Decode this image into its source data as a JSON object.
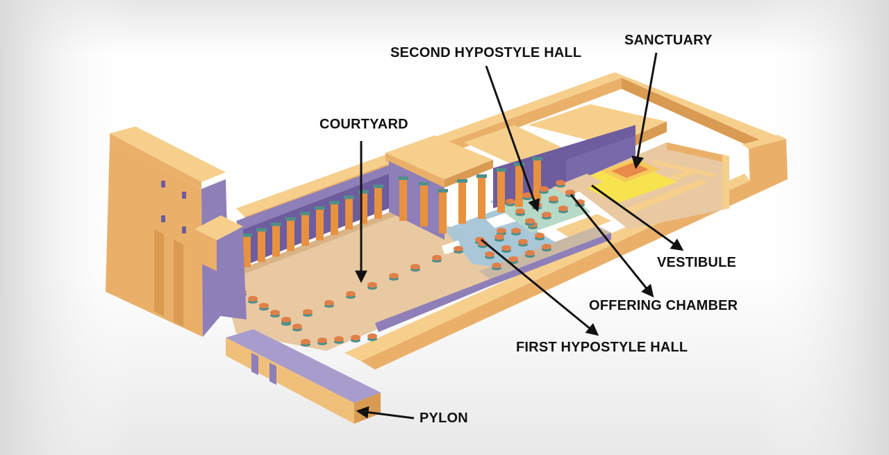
{
  "labels": {
    "second_hypostyle_hall": "SECOND HYPOSTYLE HALL",
    "sanctuary": "SANCTUARY",
    "courtyard": "COURTYARD",
    "vestibule": "VESTIBULE",
    "offering_chamber": "OFFERING CHAMBER",
    "first_hypostyle_hall": "FIRST HYPOSTYLE HALL",
    "pylon": "PYLON"
  },
  "colors": {
    "background_top": "#e9e9e9",
    "background_mid": "#ffffff",
    "stone_light": "#f4c37a",
    "stone_mid": "#eab06a",
    "stone_dark": "#d99a52",
    "shadow_purple": "#8f7fb8",
    "shadow_purple_dark": "#6d5c9e",
    "floor": "#e8c9a1",
    "floor_blue": "#a8c8d8",
    "sanctuary_yellow": "#f7e34e",
    "column_orange": "#e8913f",
    "label_text": "#111111"
  }
}
